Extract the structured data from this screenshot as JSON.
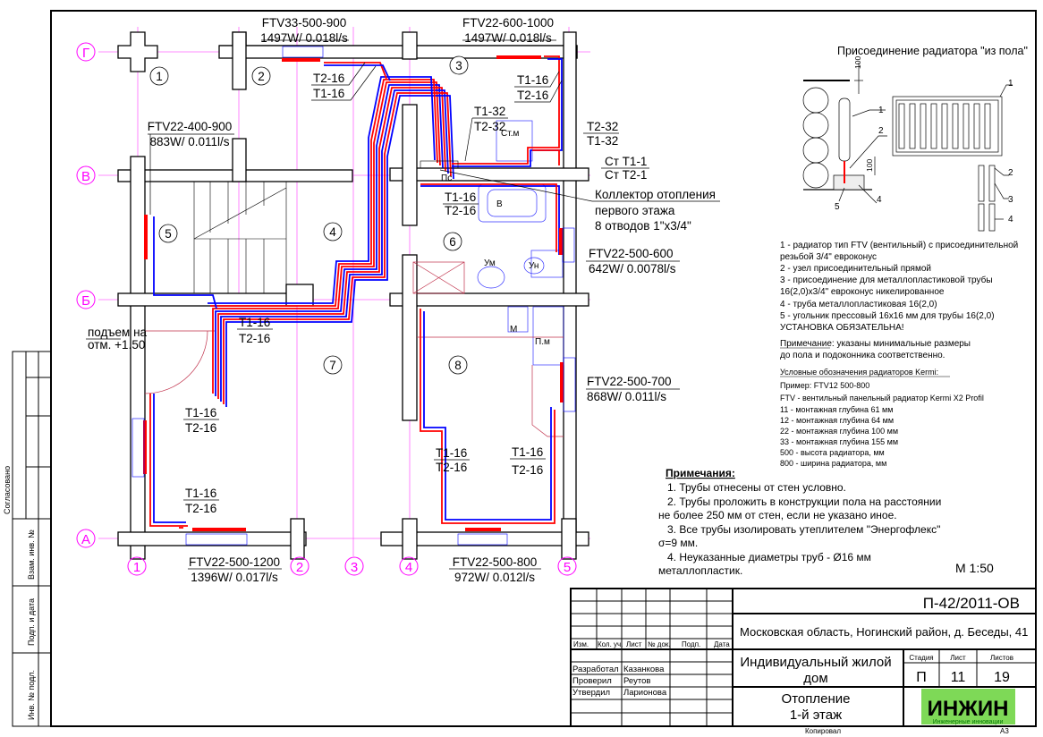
{
  "plan": {
    "axes_rows": [
      "Г",
      "В",
      "Б",
      "А"
    ],
    "axes_cols": [
      "1",
      "2",
      "3",
      "4",
      "5"
    ],
    "rooms": [
      "1",
      "2",
      "3",
      "4",
      "5",
      "6",
      "7",
      "8"
    ],
    "radiators": [
      {
        "model": "FTV33-500-900",
        "output": "1497W/ 0.018l/s"
      },
      {
        "model": "FTV22-600-1000",
        "output": "1497W/ 0.018l/s"
      },
      {
        "model": "FTV22-400-900",
        "output": "883W/ 0.011l/s"
      },
      {
        "model": "FTV22-500-600",
        "output": "642W/ 0.0078l/s"
      },
      {
        "model": "FTV22-500-700",
        "output": "868W/ 0.011l/s"
      },
      {
        "model": "FTV22-500-1200",
        "output": "1396W/ 0.017l/s"
      },
      {
        "model": "FTV22-500-800",
        "output": "972W/ 0.012l/s"
      }
    ],
    "pipe_labels": [
      "Т2-16",
      "Т1-16",
      "Т1-16",
      "Т2-16",
      "Т1-32",
      "Т2-32",
      "Т2-32",
      "Т1-32",
      "Ст Т1-1",
      "Ст Т2-1",
      "Т1-16",
      "Т2-16",
      "Т1-16",
      "Т2-16",
      "Т1-16",
      "Т2-16",
      "Т1-16",
      "Т2-16",
      "Т1-16",
      "Т2-16",
      "Т1-16",
      "Т2-16"
    ],
    "collector": [
      "Коллектор отопления",
      "первого этажа",
      "8 отводов 1\"x3/4\""
    ],
    "fixtures": [
      "Ст.м",
      "Пс",
      "В",
      "Ум",
      "Ун",
      "М",
      "П.м"
    ],
    "lift_note": [
      "подъем на",
      "отм. +1.50"
    ],
    "scale": "М 1:50",
    "colors": {
      "supply": "#ff0000",
      "return": "#0000ff",
      "grid": "#ff00ff"
    }
  },
  "detail": {
    "title": "Присоединение радиатора \"из пола\"",
    "dims": [
      "100",
      "100"
    ],
    "callouts_side": [
      "1",
      "2",
      "4",
      "5"
    ],
    "callouts_front": [
      "1",
      "2",
      "3",
      "4"
    ]
  },
  "legend": {
    "items": [
      "1 - радиатор тип FTV (вентильный) с присоединительной",
      "резьбой 3/4\" евроконус",
      "2 - узел присоединительный прямой",
      "3 - присоединение для металлопластиковой трубы",
      "16(2,0)x3/4\" евроконус никелированное",
      "4 - труба металлопластиковая 16(2,0)",
      "5 - угольник прессовый 16x16 мм для трубы 16(2,0)",
      "УСТАНОВКА ОБЯЗАТЕЛЬНА!"
    ],
    "note": [
      "Примечание: указаны минимальные размеры",
      "до пола и подоконника соответственно."
    ],
    "kermi_title": "Условные обозначения радиаторов Kermi:",
    "kermi": [
      "Пример: FTV12 500-800",
      "FTV - вентильный панельный радиатор Kermi X2 Profil",
      "11 - монтажная глубина 61 мм",
      "12 - монтажная глубина 64 мм",
      "22 - монтажная глубина 100 мм",
      "33 - монтажная глубина 155 мм",
      "500 - высота радиатора, мм",
      "800 - ширина радиатора, мм"
    ]
  },
  "notes": {
    "title": "Примечания:",
    "lines": [
      "1. Трубы отнесены от стен условно.",
      "2. Трубы проложить в конструкции  пола на расстоянии",
      "не более 250 мм от стен, если не указано иное.",
      "3. Все трубы изолировать утеплителем \"Энергофлекс\"",
      "σ=9 мм.",
      "4. Неуказанные диаметры труб - Ø16 мм",
      "металлопластик."
    ]
  },
  "title_block": {
    "code": "П-42/2011-ОВ",
    "address": "Московская область, Ногинский район, д. Беседы, 41",
    "headers": [
      "Изм.",
      "Кол. уч.",
      "Лист",
      "№ док.",
      "Подп.",
      "Дата"
    ],
    "roles": [
      {
        "role": "Разработал",
        "name": "Казанкова"
      },
      {
        "role": "Проверил",
        "name": "Реутов"
      },
      {
        "role": "Утвердил",
        "name": "Ларионова"
      }
    ],
    "object": [
      "Индивидуальный жилой",
      "дом"
    ],
    "stage_label": "Стадия",
    "sheet_label": "Лист",
    "sheets_label": "Листов",
    "stage": "П",
    "sheet": "11",
    "sheets": "19",
    "drawing": [
      "Отопление",
      "1-й этаж"
    ],
    "logo": "ИНЖИН",
    "logo_sub": "Инженерные инновации",
    "copied": "Копировал",
    "format": "А3"
  },
  "side_stamp": [
    "Согласовано",
    "Взам. инв. №",
    "Подп. и дата",
    "Инв. № подл."
  ]
}
